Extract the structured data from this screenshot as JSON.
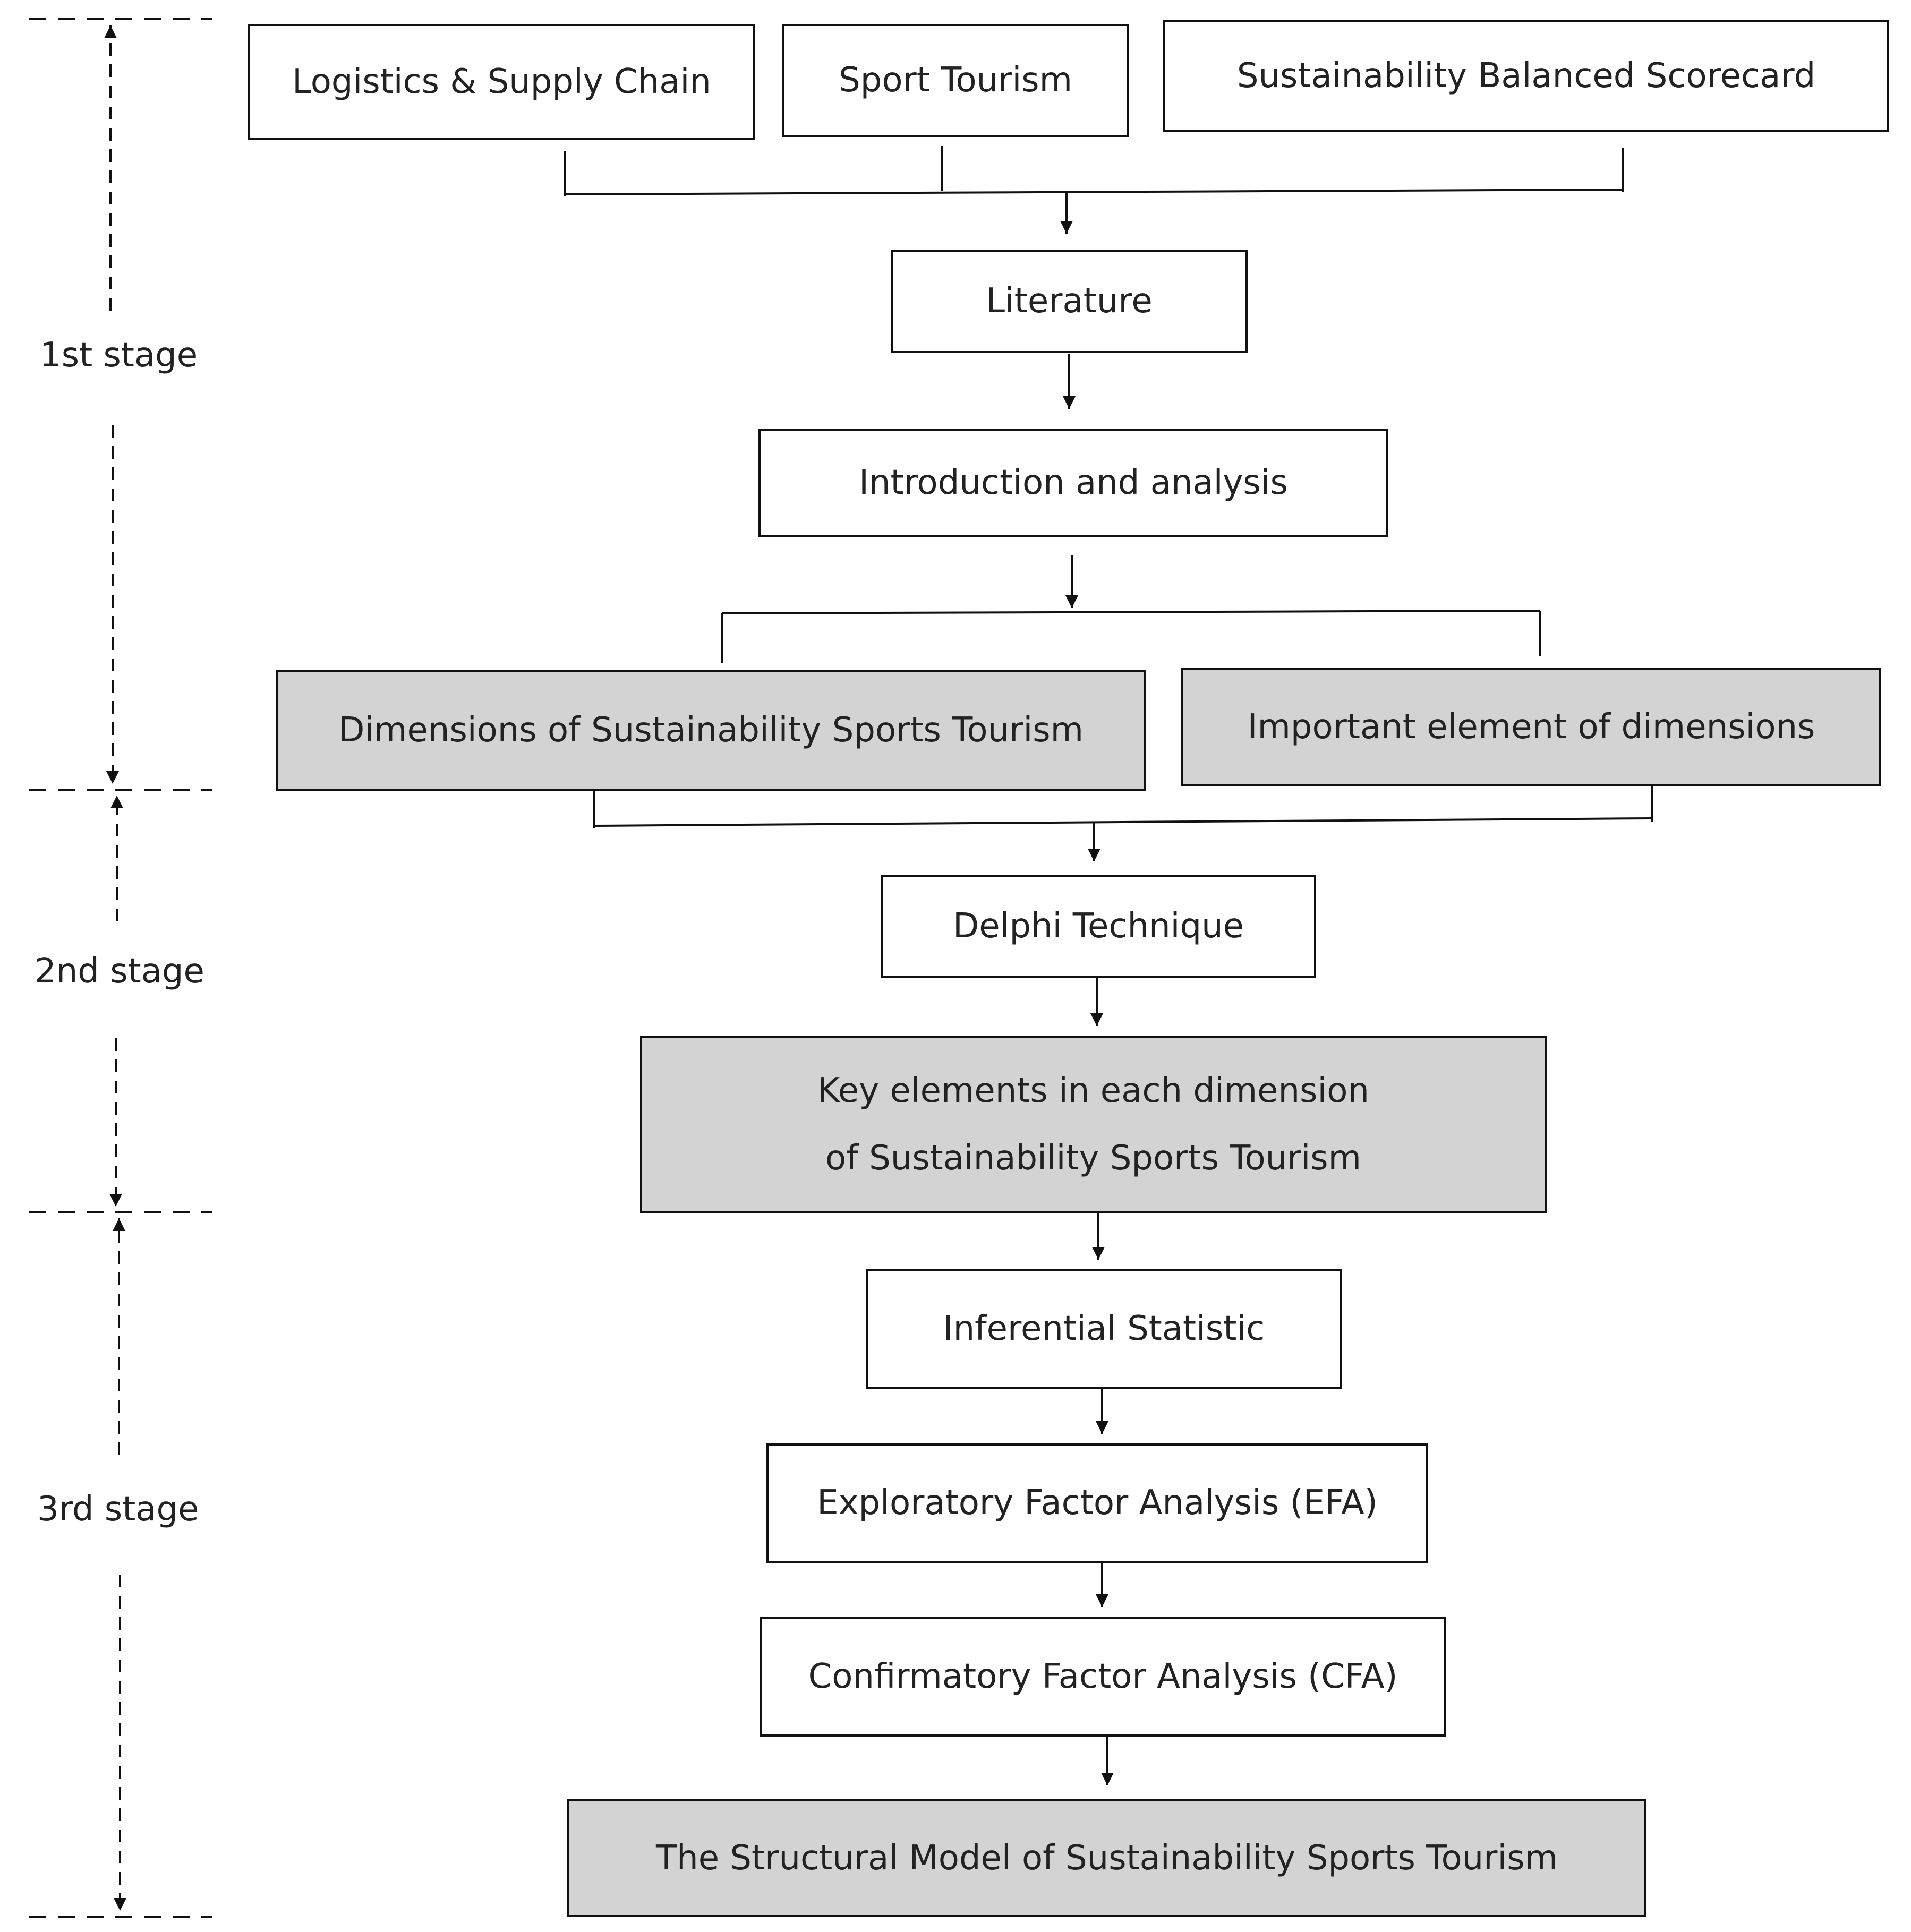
{
  "stages": {
    "first": "1st stage",
    "second": "2nd stage",
    "third": "3rd stage"
  },
  "boxes": {
    "logistics": "Logistics & Supply Chain",
    "sport_tourism": "Sport Tourism",
    "balanced_scorecard": "Sustainability Balanced Scorecard",
    "literature": "Literature",
    "introduction": "Introduction and analysis",
    "dimensions": "Dimensions of Sustainability Sports Tourism",
    "important_element": "Important element of dimensions",
    "delphi": "Delphi Technique",
    "key_elements_line1": "Key elements in each dimension",
    "key_elements_line2": "of Sustainability Sports Tourism",
    "inferential": "Inferential Statistic",
    "efa": "Exploratory Factor Analysis (EFA)",
    "cfa": "Confirmatory Factor Analysis (CFA)",
    "structural_model": "The Structural Model of Sustainability Sports Tourism"
  },
  "colors": {
    "line": "#111111",
    "shaded_fill": "#d3d3d3",
    "box_fill": "#ffffff"
  }
}
